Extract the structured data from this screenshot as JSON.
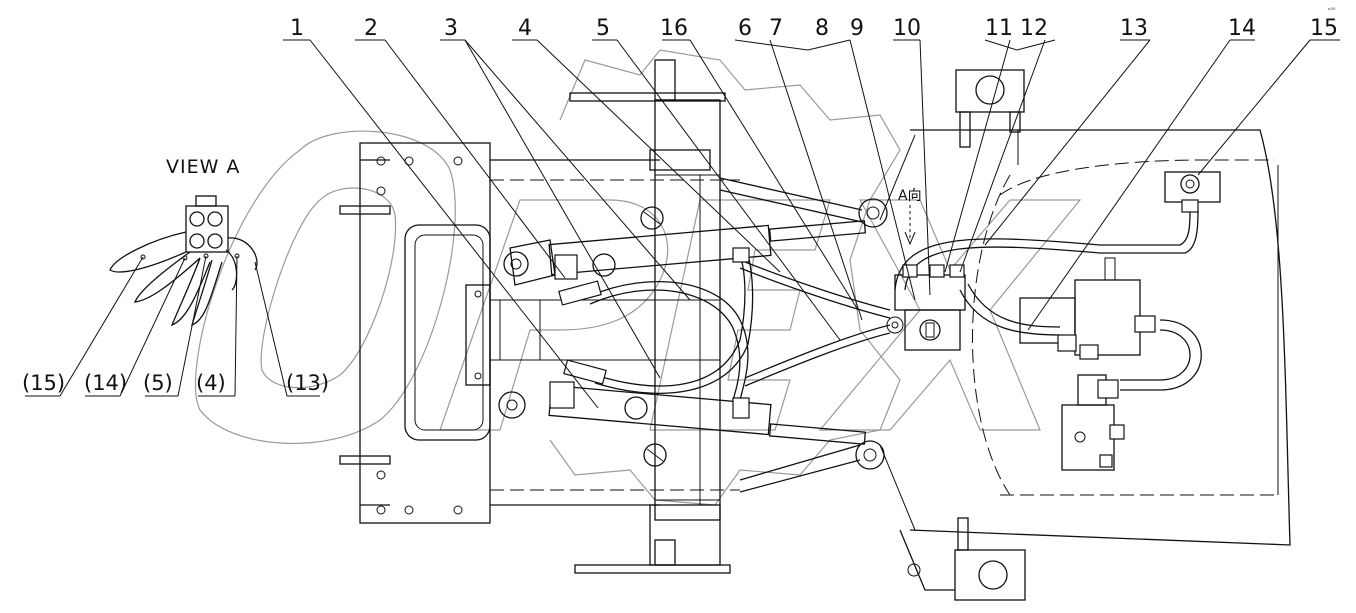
{
  "drawing": {
    "view_label": "VIEW A",
    "arrow_label": "A向",
    "corner_mark": "ᵖ⁰⁰",
    "watermark": "OPEX"
  },
  "callouts": [
    "1",
    "2",
    "3",
    "4",
    "5",
    "16",
    "6",
    "7",
    "8",
    "9",
    "10",
    "11",
    "12",
    "13",
    "14",
    "15"
  ],
  "view_a_refs": [
    "(15)",
    "(14)",
    "(5)",
    "(4)",
    "(13)"
  ]
}
